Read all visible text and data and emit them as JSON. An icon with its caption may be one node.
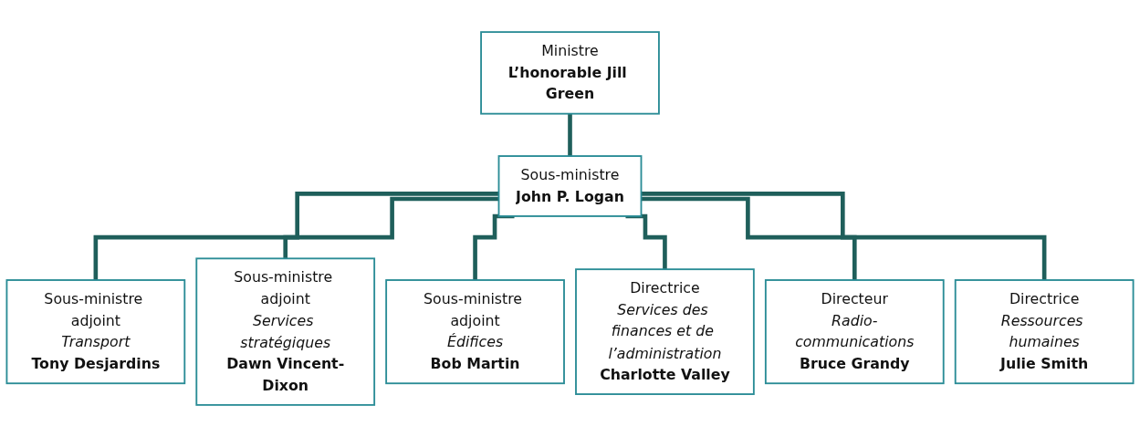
{
  "diagram": {
    "nodes": [
      {
        "text": [
          "Ministre",
          "L’honorable Jill Green"
        ]
      },
      {
        "text": [
          "Sous-ministre",
          "John P. Logan"
        ]
      },
      {
        "text": [
          "Sous-ministre adjoint",
          "Transport",
          "Tony Desjardins"
        ]
      },
      {
        "text": [
          "Sous-ministre adjoint",
          "Services stratégiques",
          "Dawn Vincent-Dixon"
        ]
      },
      {
        "text": [
          "Sous-ministre adjoint",
          "Édifices",
          "Bob Martin"
        ]
      },
      {
        "text": [
          "Directrice",
          "Services des finances et de l’administration",
          "Charlotte Valley"
        ]
      },
      {
        "text": [
          "Directeur",
          "Radio-communications",
          "Bruce Grandy"
        ]
      },
      {
        "text": [
          "Directrice",
          "Ressources humaines",
          "Julie Smith"
        ]
      }
    ],
    "edges": [
      {
        "from": 0,
        "to": 1,
        "arrow": "none"
      },
      {
        "from": 1,
        "to": 2,
        "arrow": "none"
      },
      {
        "from": 1,
        "to": 3,
        "arrow": "none"
      },
      {
        "from": 1,
        "to": 4,
        "arrow": "none"
      },
      {
        "from": 1,
        "to": 5,
        "arrow": "none"
      },
      {
        "from": 1,
        "to": 6,
        "arrow": "none"
      },
      {
        "from": 1,
        "to": 7,
        "arrow": "none"
      }
    ]
  }
}
